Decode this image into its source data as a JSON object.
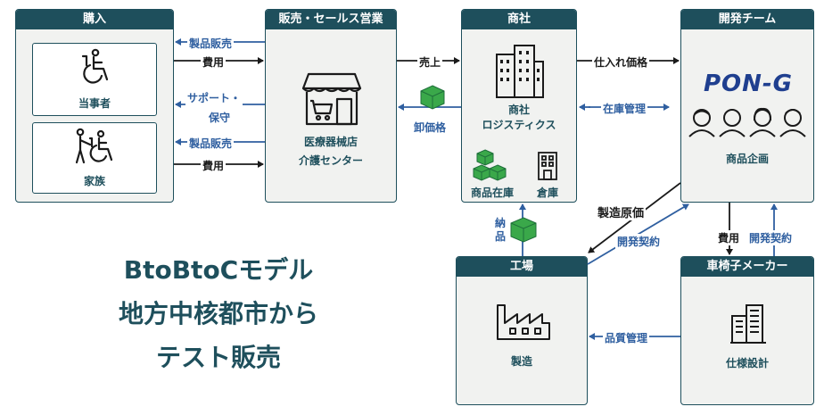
{
  "boxes": {
    "purchase": {
      "title": "購入"
    },
    "sales": {
      "title": "販売・セールス営業"
    },
    "trading": {
      "title": "商社"
    },
    "dev": {
      "title": "開発チーム"
    },
    "factory": {
      "title": "工場"
    },
    "maker": {
      "title": "車椅子メーカー"
    }
  },
  "labels": {
    "party": "当事者",
    "family": "家族",
    "store_line1": "医療器械店",
    "store_line2": "介護センター",
    "trading_line1": "商社",
    "trading_line2": "ロジスティクス",
    "stock": "商品在庫",
    "warehouse": "倉庫",
    "planning": "商品企画",
    "manufacture": "製造",
    "design": "仕様設計",
    "logo": "PON-G"
  },
  "flows": {
    "sale1": "製品販売",
    "fee1": "費用",
    "support_line1": "サポート・",
    "support_line2": "保守",
    "sale2": "製品販売",
    "fee2": "費用",
    "sales_rev": "売上",
    "wholesale": "卸価格",
    "purchase_price": "仕入れ価格",
    "inventory": "在庫管理",
    "mfg_cost": "製造原価",
    "dev_contract1": "開発契約",
    "fee3": "費用",
    "dev_contract2": "開発契約",
    "delivery": "納品",
    "quality": "品質管理"
  },
  "headline": [
    "BtoBtoCモデル",
    "地方中核都市から",
    "テスト販売"
  ],
  "colors": {
    "primary": "#1e4f5c",
    "accent": "#2f5fa0",
    "green": "#3aa84a",
    "panel": "#f1f2f0"
  }
}
